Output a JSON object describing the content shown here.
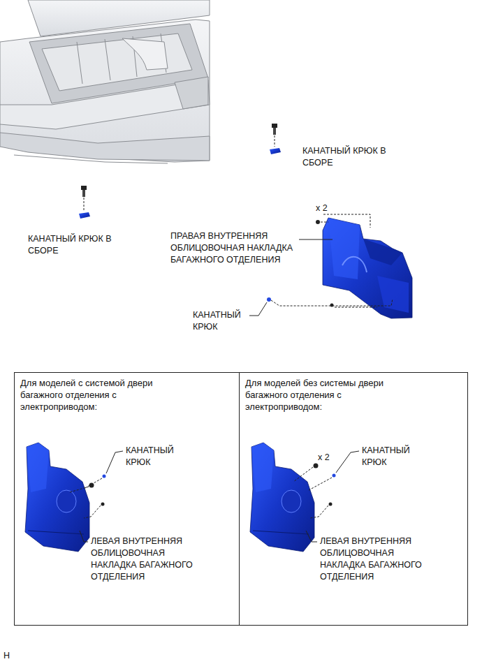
{
  "diagram": {
    "nodes": [
      {
        "text": [
          "Для моделей с системой двери багажного отделения с электроприводом:"
        ]
      },
      {
        "text": [
          "Для моделей без системы двери багажного отделения с электроприводом:"
        ]
      }
    ],
    "labels": [
      "КАНАТНЫЙ КРЮК В СБОРЕ",
      "КАНАТНЫЙ КРЮК В СБОРЕ",
      "x 2",
      "ПРАВАЯ ВНУТРЕННЯЯ ОБЛИЦОВОЧНАЯ НАКЛАДКА БАГАЖНОГО ОТДЕЛЕНИЯ",
      "КАНАТНЫЙ КРЮК",
      "КАНАТНЫЙ КРЮК",
      "ЛЕВАЯ ВНУТРЕННЯЯ ОБЛИЦОВОЧНАЯ НАКЛАДКА БАГАЖНОГО ОТДЕЛЕНИЯ",
      "x 2",
      "КАНАТНЫЙ КРЮК",
      "ЛЕВАЯ ВНУТРЕННЯЯ ОБЛИЦОВОЧНАЯ НАКЛАДКА БАГАЖНОГО ОТДЕЛЕНИЯ",
      "H"
    ]
  }
}
